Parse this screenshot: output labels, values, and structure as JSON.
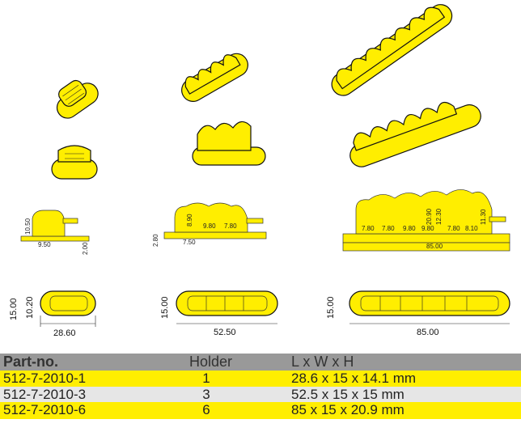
{
  "colors": {
    "accent": "#ffee00",
    "header": "#999999",
    "alt_row": "#e6e6e6"
  },
  "drawings": {
    "small": {
      "side": {
        "height": "10.50",
        "width": "9.50",
        "base": "2.00"
      },
      "top": {
        "width": "15.00",
        "inner": "10.20",
        "length": "28.60"
      }
    },
    "medium": {
      "side": {
        "height": "8.90",
        "pitch1": "9.80",
        "pitch2": "7.80",
        "base": "2.80",
        "end": "7.50"
      },
      "top": {
        "width": "15.00",
        "length": "52.50"
      }
    },
    "large": {
      "side": {
        "p1": "7.80",
        "p2": "7.80",
        "p3": "9.80",
        "p4": "9.80",
        "p5": "7.80",
        "p6": "8.10",
        "height": "20.90",
        "h2": "12.30",
        "h3": "11.30",
        "length": "85.00"
      },
      "top": {
        "width": "15.00",
        "length": "85.00"
      }
    }
  },
  "table": {
    "headers": {
      "part": "Part-no.",
      "holder": "Holder",
      "dims": "L x W x H"
    },
    "rows": [
      {
        "part": "512-7-2010-1",
        "holder": "1",
        "dims": "28.6 x 15 x 14.1 mm"
      },
      {
        "part": "512-7-2010-3",
        "holder": "3",
        "dims": "52.5 x 15 x 15 mm"
      },
      {
        "part": "512-7-2010-6",
        "holder": "6",
        "dims": "85 x 15 x 20.9 mm"
      }
    ]
  }
}
